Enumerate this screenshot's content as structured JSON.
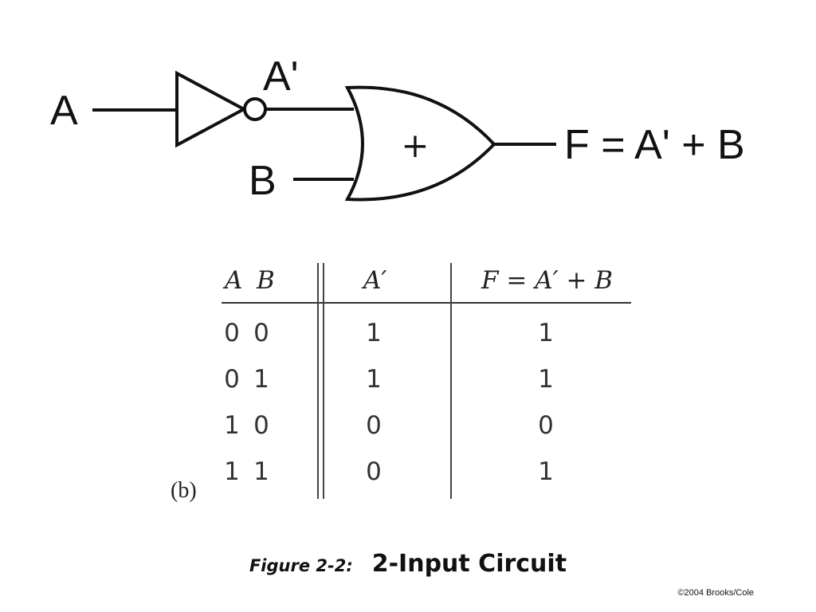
{
  "circuit": {
    "input_a": "A",
    "input_b": "B",
    "inverter_output": "A'",
    "or_symbol": "+",
    "output": "F = A' + B"
  },
  "truth_table": {
    "headers": {
      "a": "A",
      "b": "B",
      "a_not": "A′",
      "f": "F = A′ + B"
    },
    "rows": [
      {
        "a": "0",
        "b": "0",
        "a_not": "1",
        "f": "1"
      },
      {
        "a": "0",
        "b": "1",
        "a_not": "1",
        "f": "1"
      },
      {
        "a": "1",
        "b": "0",
        "a_not": "0",
        "f": "0"
      },
      {
        "a": "1",
        "b": "1",
        "a_not": "0",
        "f": "1"
      }
    ],
    "panel_label": "(b)"
  },
  "caption": {
    "prefix": "Figure 2-2:",
    "title": "2-Input Circuit"
  },
  "copyright": "©2004 Brooks/Cole"
}
